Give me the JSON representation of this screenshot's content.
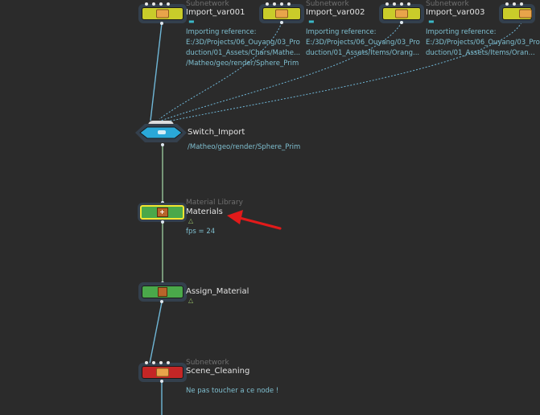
{
  "nodes": [
    {
      "type": "Subnetwork",
      "name": "Import_var001",
      "comment": "Importing reference:\nE:/3D/Projects/06_Ouyang/03_Pro\nduction/01_Assets/Chars/Mathe...\n/Matheo/geo/render/Sphere_Prim"
    },
    {
      "type": "Subnetwork",
      "name": "Import_var002",
      "comment": "Importing reference:\nE:/3D/Projects/06_Ouyang/03_Pro\nduction/01_Assets/Items/Orang..."
    },
    {
      "type": "Subnetwork",
      "name": "Import_var003",
      "comment": "Importing reference:\nE:/3D/Projects/06_Ouyang/03_Pro\nduction/01_Assets/Items/Oran..."
    },
    {
      "type": "",
      "name": "Switch_Import",
      "comment": "/Matheo/geo/render/Sphere_Prim"
    },
    {
      "type": "Material Library",
      "name": "Materials",
      "comment": "fps = 24"
    },
    {
      "type": "",
      "name": "Assign_Material",
      "comment": ""
    },
    {
      "type": "Subnetwork",
      "name": "Scene_Cleaning",
      "comment": "Ne pas toucher a ce node !"
    }
  ],
  "icons": {
    "subnet": "subnetwork-icon",
    "switch": "switch-icon",
    "matlib": "material-library-icon",
    "assign": "assign-material-icon",
    "flag": "comment-flag-icon",
    "arrow": "annotation-arrow-icon"
  },
  "colors": {
    "background": "#2b2b2b",
    "subnet_yellow": "#c9cc2a",
    "switch_blue": "#2aa8d8",
    "material_green": "#4aa84a",
    "cleaning_red": "#c42626",
    "selected": "#f2e530",
    "wire": "#6fb6d6",
    "arrow": "#e21a1a"
  }
}
